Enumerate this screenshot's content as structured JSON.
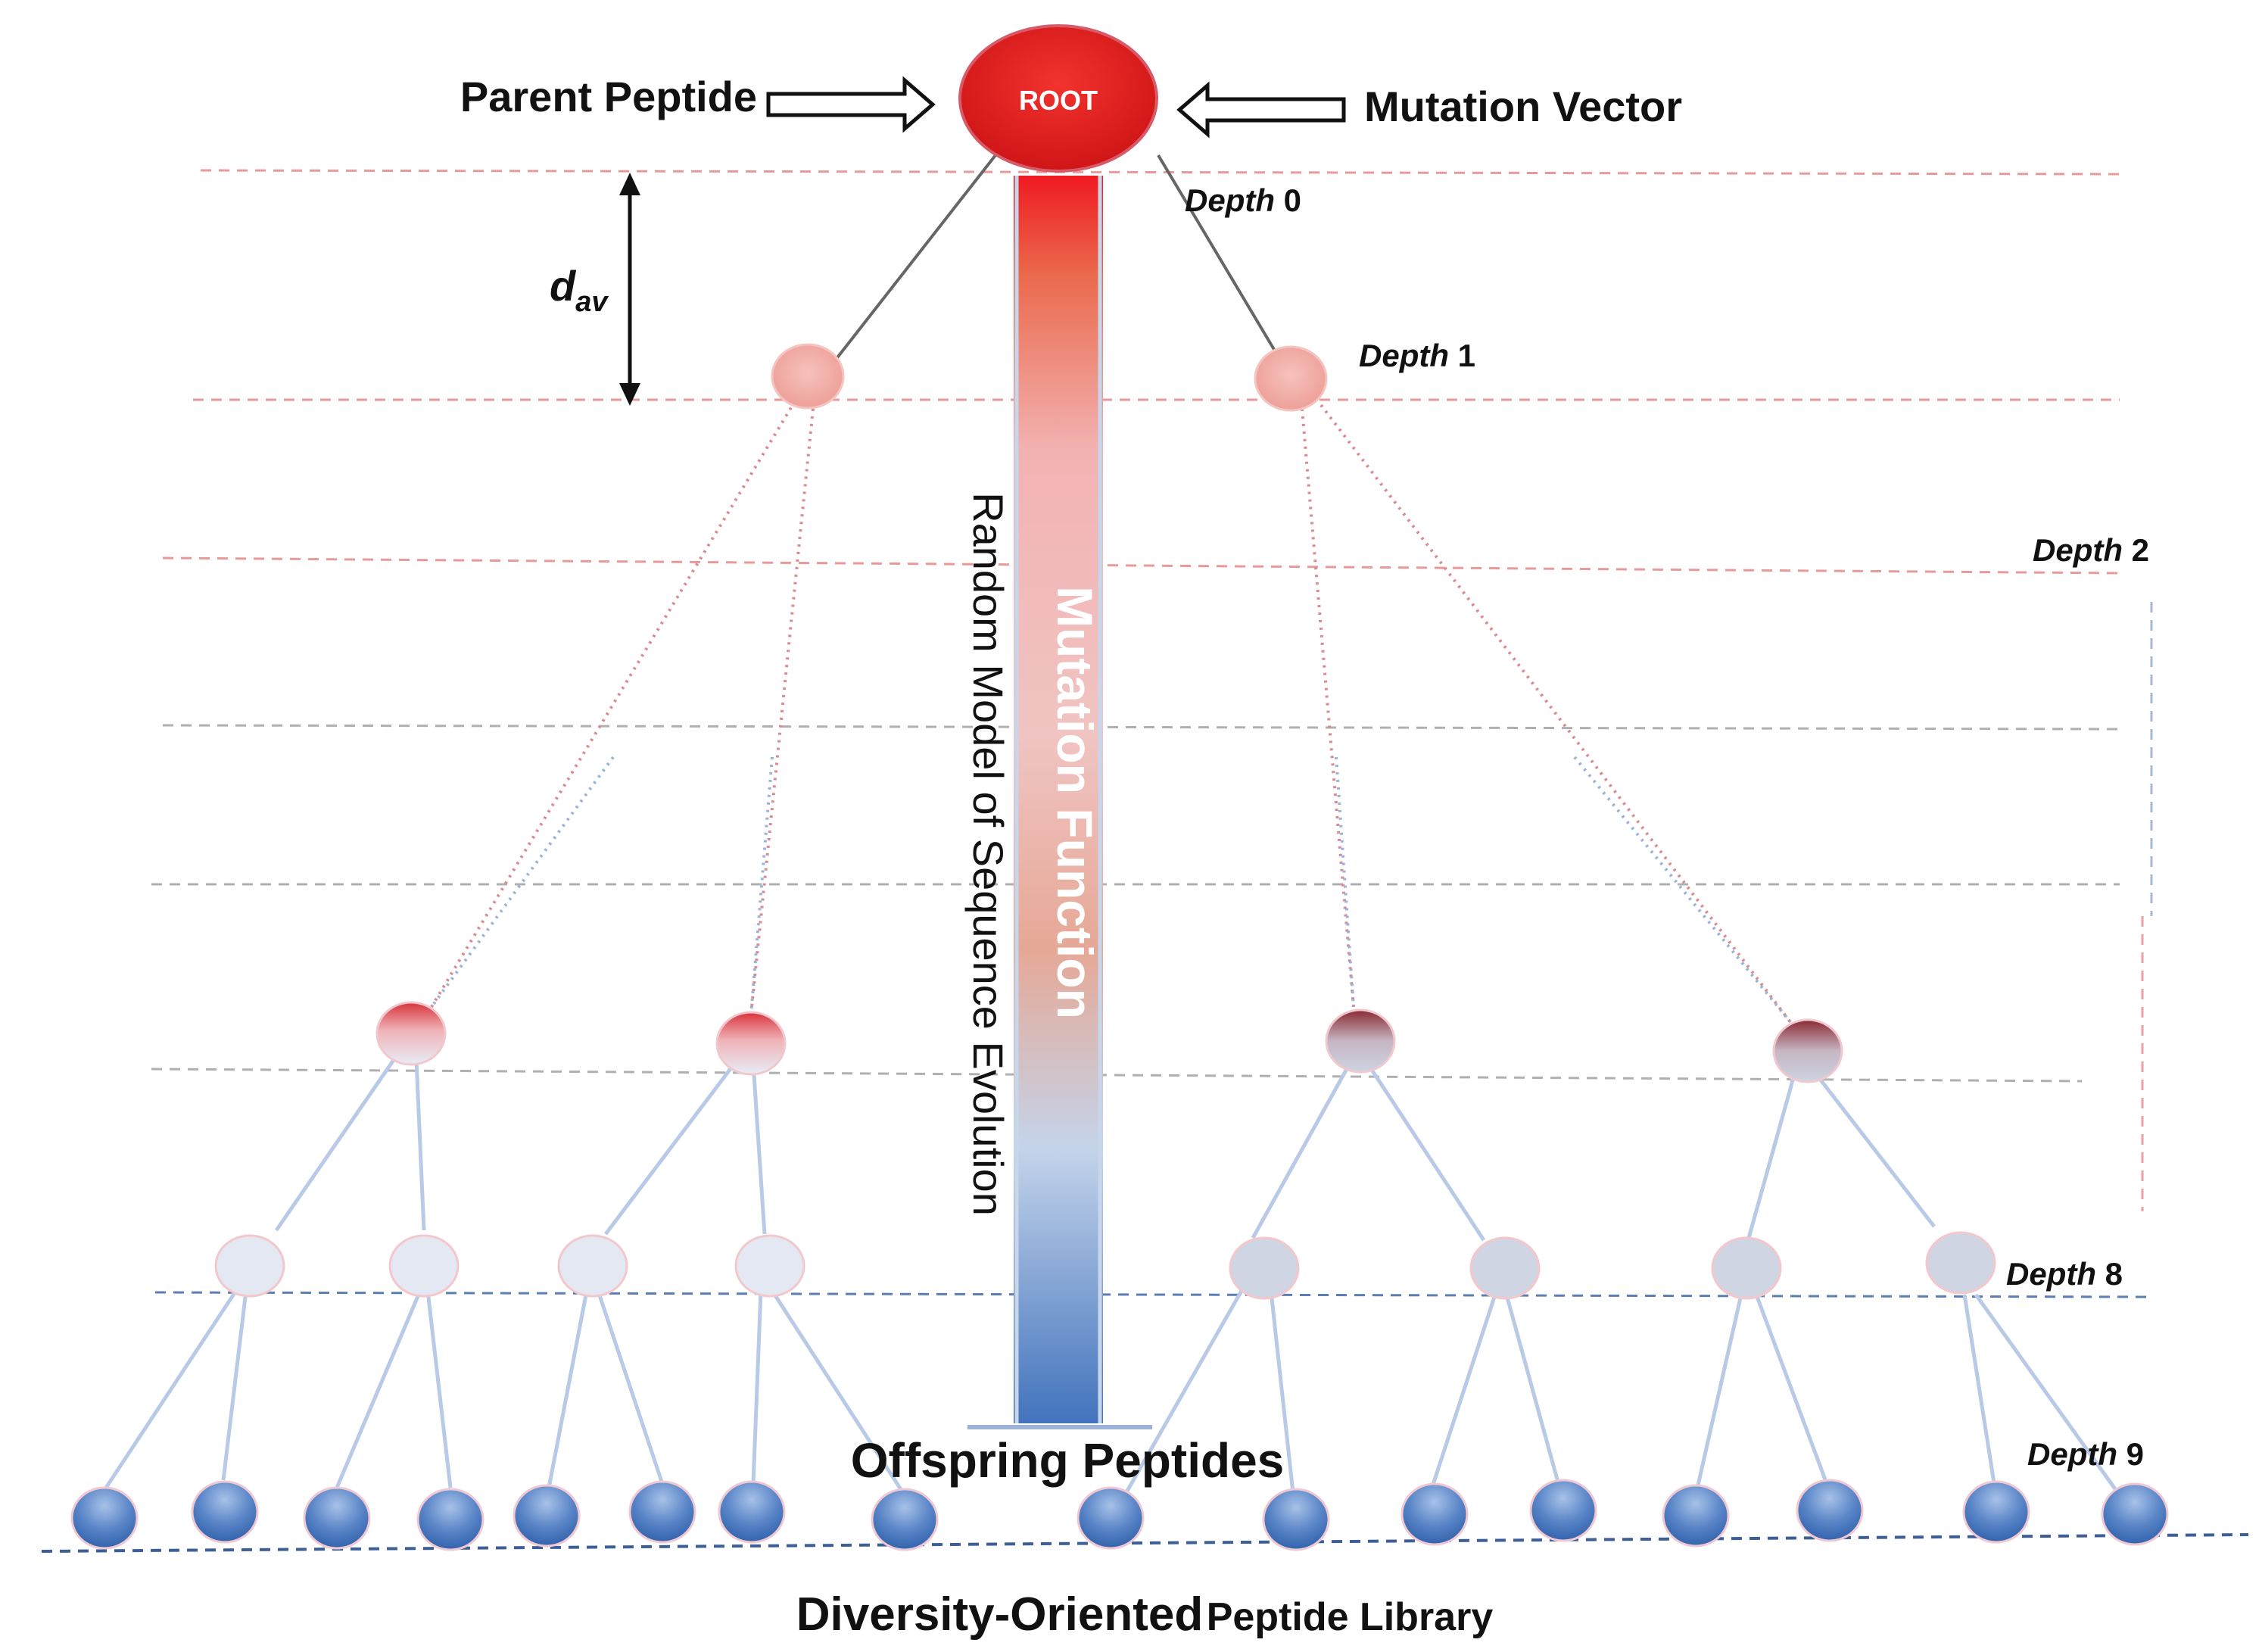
{
  "root": {
    "label": "ROOT"
  },
  "inputs": {
    "left": "Parent Peptide",
    "right": "Mutation Vector"
  },
  "distance": {
    "symbol": "d",
    "subscript": "av"
  },
  "depths": [
    {
      "word": "Depth",
      "num": "0"
    },
    {
      "word": "Depth",
      "num": "1"
    },
    {
      "word": "Depth",
      "num": "2"
    },
    {
      "word": "Depth",
      "num": "8"
    },
    {
      "word": "Depth",
      "num": "9"
    }
  ],
  "bar": {
    "label": "Mutation Function"
  },
  "vertical_text": "Random Model of Sequence Evolution",
  "offspring": "Offspring Peptides",
  "library": {
    "bold": "Diversity-Oriented",
    "rest": "Peptide Library"
  },
  "colors": {
    "root": "#e8201f",
    "accent_red": "#e8545a",
    "leaf_blue": "#4a79c0",
    "dash_red": "#e89a9a",
    "dash_gray": "#aaaaaa",
    "dash_blue": "#4a6ea8"
  }
}
